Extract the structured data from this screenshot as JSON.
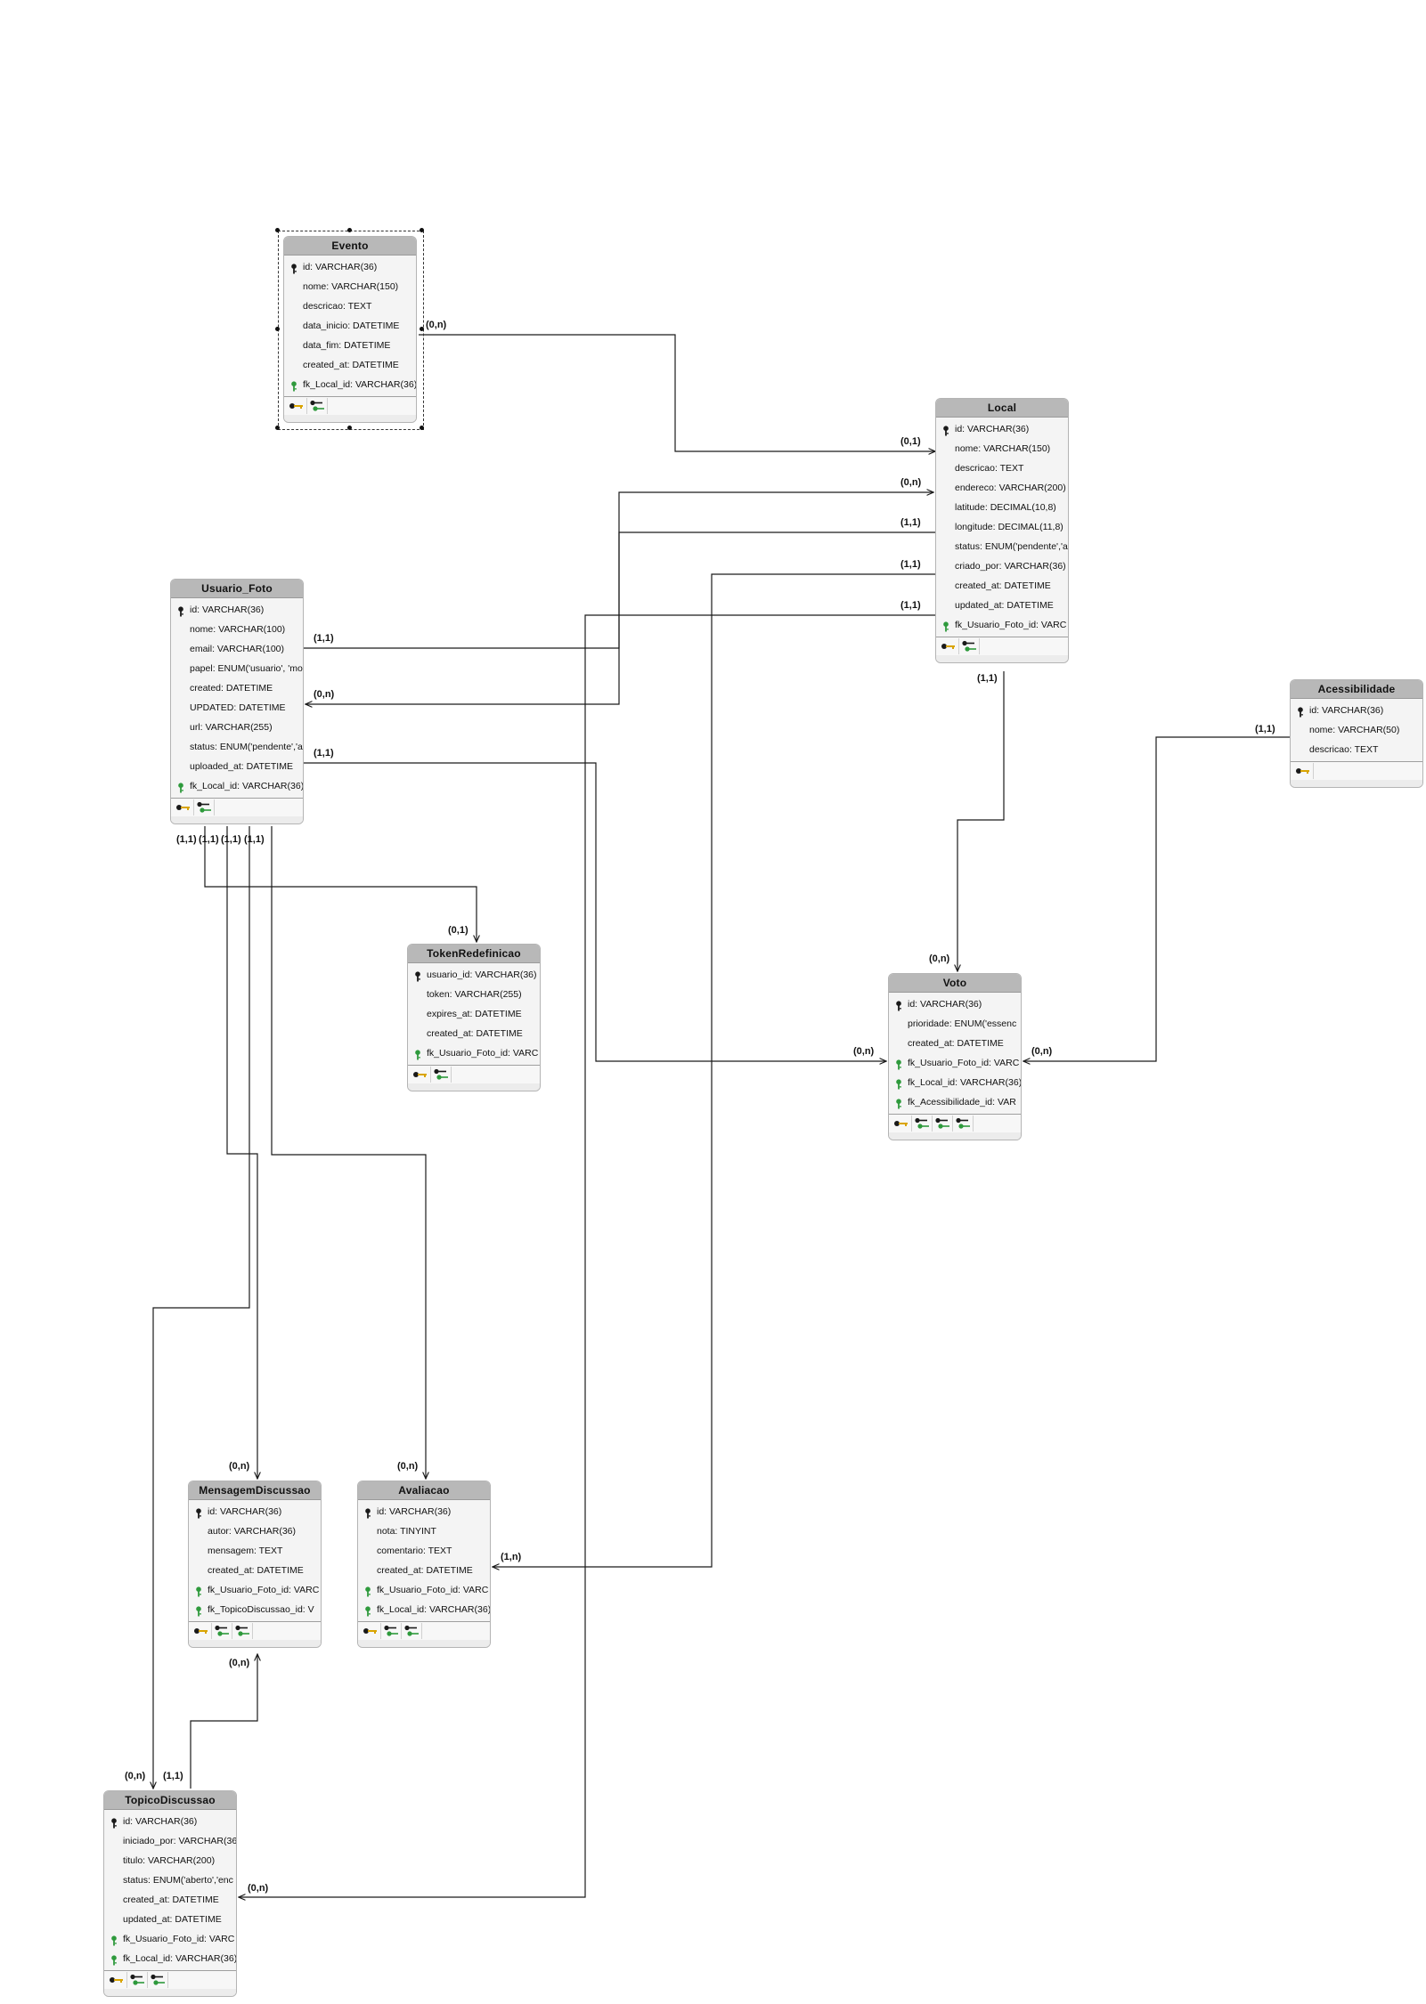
{
  "diagram": {
    "entities": [
      {
        "id": "evento",
        "name": "Evento",
        "fields": [
          {
            "text": "id: VARCHAR(36)",
            "key": "pk"
          },
          {
            "text": "nome: VARCHAR(150)",
            "key": ""
          },
          {
            "text": "descricao: TEXT",
            "key": ""
          },
          {
            "text": "data_inicio: DATETIME",
            "key": ""
          },
          {
            "text": "data_fim: DATETIME",
            "key": ""
          },
          {
            "text": "created_at: DATETIME",
            "key": ""
          },
          {
            "text": "fk_Local_id: VARCHAR(36)",
            "key": "fk"
          }
        ],
        "footer_icons": [
          "primary-key-icon",
          "foreign-key-icon"
        ]
      },
      {
        "id": "local",
        "name": "Local",
        "fields": [
          {
            "text": "id: VARCHAR(36)",
            "key": "pk"
          },
          {
            "text": "nome: VARCHAR(150)",
            "key": ""
          },
          {
            "text": "descricao: TEXT",
            "key": ""
          },
          {
            "text": "endereco: VARCHAR(200)",
            "key": ""
          },
          {
            "text": "latitude: DECIMAL(10,8)",
            "key": ""
          },
          {
            "text": "longitude: DECIMAL(11,8)",
            "key": ""
          },
          {
            "text": "status: ENUM('pendente','a",
            "key": ""
          },
          {
            "text": "criado_por: VARCHAR(36)",
            "key": ""
          },
          {
            "text": "created_at: DATETIME",
            "key": ""
          },
          {
            "text": "updated_at: DATETIME",
            "key": ""
          },
          {
            "text": "fk_Usuario_Foto_id: VARC",
            "key": "fk"
          }
        ],
        "footer_icons": [
          "primary-key-icon",
          "foreign-key-icon"
        ]
      },
      {
        "id": "usuario_foto",
        "name": "Usuario_Foto",
        "fields": [
          {
            "text": "id: VARCHAR(36)",
            "key": "pk"
          },
          {
            "text": "nome: VARCHAR(100)",
            "key": ""
          },
          {
            "text": "email: VARCHAR(100)",
            "key": ""
          },
          {
            "text": "papel: ENUM('usuario', 'mo",
            "key": ""
          },
          {
            "text": "created: DATETIME",
            "key": ""
          },
          {
            "text": "UPDATED: DATETIME",
            "key": ""
          },
          {
            "text": "url: VARCHAR(255)",
            "key": ""
          },
          {
            "text": "status: ENUM('pendente','a",
            "key": ""
          },
          {
            "text": "uploaded_at: DATETIME",
            "key": ""
          },
          {
            "text": "fk_Local_id: VARCHAR(36)",
            "key": "fk"
          }
        ],
        "footer_icons": [
          "primary-key-icon",
          "foreign-key-icon"
        ]
      },
      {
        "id": "acessibilidade",
        "name": "Acessibilidade",
        "fields": [
          {
            "text": "id: VARCHAR(36)",
            "key": "pk"
          },
          {
            "text": "nome: VARCHAR(50)",
            "key": ""
          },
          {
            "text": "descricao: TEXT",
            "key": ""
          }
        ],
        "footer_icons": [
          "primary-key-icon"
        ]
      },
      {
        "id": "tokenredefinicao",
        "name": "TokenRedefinicao",
        "fields": [
          {
            "text": "usuario_id: VARCHAR(36)",
            "key": "pk"
          },
          {
            "text": "token: VARCHAR(255)",
            "key": ""
          },
          {
            "text": "expires_at: DATETIME",
            "key": ""
          },
          {
            "text": "created_at: DATETIME",
            "key": ""
          },
          {
            "text": "fk_Usuario_Foto_id: VARC",
            "key": "fk"
          }
        ],
        "footer_icons": [
          "primary-key-icon",
          "foreign-key-icon"
        ]
      },
      {
        "id": "voto",
        "name": "Voto",
        "fields": [
          {
            "text": "id: VARCHAR(36)",
            "key": "pk"
          },
          {
            "text": "prioridade: ENUM('essenc",
            "key": ""
          },
          {
            "text": "created_at: DATETIME",
            "key": ""
          },
          {
            "text": "fk_Usuario_Foto_id: VARC",
            "key": "fk"
          },
          {
            "text": "fk_Local_id: VARCHAR(36)",
            "key": "fk"
          },
          {
            "text": "fk_Acessibilidade_id: VAR",
            "key": "fk"
          }
        ],
        "footer_icons": [
          "primary-key-icon",
          "foreign-key-icon",
          "foreign-key-icon",
          "foreign-key-icon"
        ]
      },
      {
        "id": "mensagemdiscussao",
        "name": "MensagemDiscussao",
        "fields": [
          {
            "text": "id: VARCHAR(36)",
            "key": "pk"
          },
          {
            "text": "autor: VARCHAR(36)",
            "key": ""
          },
          {
            "text": "mensagem: TEXT",
            "key": ""
          },
          {
            "text": "created_at: DATETIME",
            "key": ""
          },
          {
            "text": "fk_Usuario_Foto_id: VARC",
            "key": "fk"
          },
          {
            "text": "fk_TopicoDiscussao_id: V",
            "key": "fk"
          }
        ],
        "footer_icons": [
          "primary-key-icon",
          "foreign-key-icon",
          "foreign-key-icon"
        ]
      },
      {
        "id": "avaliacao",
        "name": "Avaliacao",
        "fields": [
          {
            "text": "id: VARCHAR(36)",
            "key": "pk"
          },
          {
            "text": "nota: TINYINT",
            "key": ""
          },
          {
            "text": "comentario: TEXT",
            "key": ""
          },
          {
            "text": "created_at: DATETIME",
            "key": ""
          },
          {
            "text": "fk_Usuario_Foto_id: VARC",
            "key": "fk"
          },
          {
            "text": "fk_Local_id: VARCHAR(36)",
            "key": "fk"
          }
        ],
        "footer_icons": [
          "primary-key-icon",
          "foreign-key-icon",
          "foreign-key-icon"
        ]
      },
      {
        "id": "topicodiscussao",
        "name": "TopicoDiscussao",
        "fields": [
          {
            "text": "id: VARCHAR(36)",
            "key": "pk"
          },
          {
            "text": "iniciado_por: VARCHAR(36)",
            "key": ""
          },
          {
            "text": "titulo: VARCHAR(200)",
            "key": ""
          },
          {
            "text": "status: ENUM('aberto','enc",
            "key": ""
          },
          {
            "text": "created_at: DATETIME",
            "key": ""
          },
          {
            "text": "updated_at: DATETIME",
            "key": ""
          },
          {
            "text": "fk_Usuario_Foto_id: VARC",
            "key": "fk"
          },
          {
            "text": "fk_Local_id: VARCHAR(36)",
            "key": "fk"
          }
        ],
        "footer_icons": [
          "primary-key-icon",
          "foreign-key-icon",
          "foreign-key-icon"
        ]
      }
    ],
    "relationships": [
      {
        "id": "r1",
        "from": "evento",
        "to": "local",
        "from_card": "(0,n)",
        "to_card": "(0,1)"
      },
      {
        "id": "r2",
        "from": "usuario_foto",
        "to": "local",
        "from_card": "(1,1)",
        "to_card": "(0,n)"
      },
      {
        "id": "r3",
        "from": "local",
        "to": "usuario_foto",
        "from_card": "(1,1)",
        "to_card": "(0,n)"
      },
      {
        "id": "r4",
        "from": "local",
        "to": "avaliacao",
        "from_card": "(1,1)",
        "to_card": "(1,n)"
      },
      {
        "id": "r5",
        "from": "local",
        "to": "topicodiscussao",
        "from_card": "(1,1)",
        "to_card": "(0,n)"
      },
      {
        "id": "r6",
        "from": "usuario_foto",
        "to": "voto",
        "from_card": "(1,1)",
        "to_card": "(0,n)"
      },
      {
        "id": "r7",
        "from": "local",
        "to": "voto",
        "from_card": "(1,1)",
        "to_card": "(0,n)"
      },
      {
        "id": "r8",
        "from": "acessibilidade",
        "to": "voto",
        "from_card": "(1,1)",
        "to_card": "(0,n)"
      },
      {
        "id": "r9",
        "from": "usuario_foto",
        "to": "tokenredefinicao",
        "from_card": "(1,1)",
        "to_card": "(0,1)"
      },
      {
        "id": "r10",
        "from": "usuario_foto",
        "to": "topicodiscussao",
        "from_card": "(1,1)",
        "to_card": "(0,n)"
      },
      {
        "id": "r11",
        "from": "usuario_foto",
        "to": "mensagemdiscussao",
        "from_card": "(1,1)",
        "to_card": "(0,n)"
      },
      {
        "id": "r12",
        "from": "usuario_foto",
        "to": "avaliacao",
        "from_card": "(1,1)",
        "to_card": "(0,n)"
      },
      {
        "id": "r13",
        "from": "topicodiscussao",
        "to": "mensagemdiscussao",
        "from_card": "(1,1)",
        "to_card": "(0,n)"
      }
    ],
    "selected_entity": "evento",
    "colors": {
      "header": "#b8b8b8",
      "body": "#f4f4f4",
      "border": "#b4b4b4",
      "primary_key": "#1a1a1a",
      "foreign_key": "#2e9a3c",
      "key_gold": "#d9a400",
      "line": "#1a1a1a"
    }
  }
}
